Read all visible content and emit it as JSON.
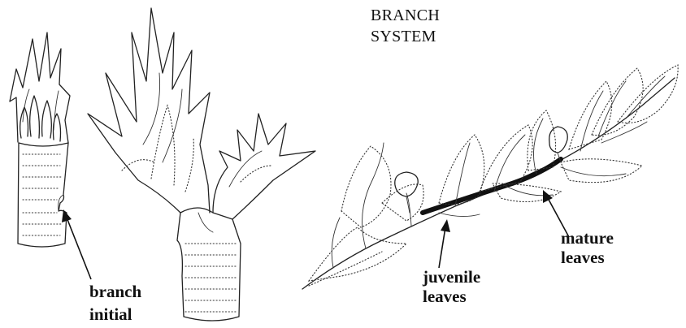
{
  "labels": {
    "title_line1": "BRANCH",
    "title_line2": "SYSTEM",
    "branch_initial_line1": "branch",
    "branch_initial_line2": "initial",
    "juvenile_line1": "juvenile",
    "juvenile_line2": "leaves",
    "mature_line1": "mature",
    "mature_line2": "leaves"
  },
  "colors": {
    "ink": "#222222",
    "background": "#ffffff"
  }
}
